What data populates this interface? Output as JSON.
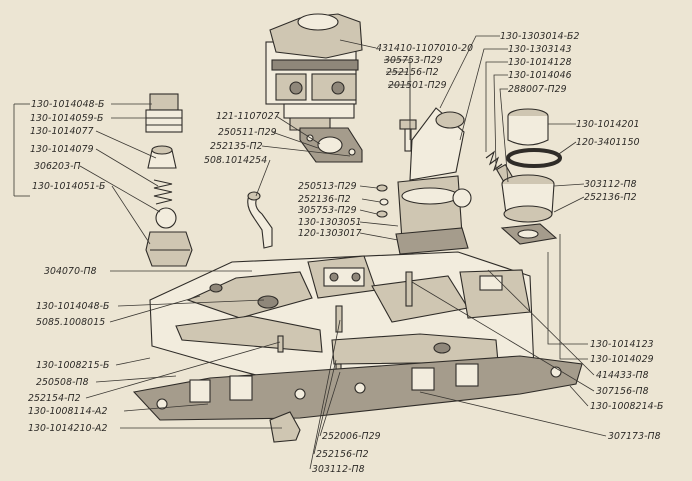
{
  "diagram": {
    "labels": [
      {
        "id": "l01",
        "text": "130-1014048-Б"
      },
      {
        "id": "l02",
        "text": "130-1014059-Б"
      },
      {
        "id": "l03",
        "text": "130-1014077"
      },
      {
        "id": "l04",
        "text": "130-1014079"
      },
      {
        "id": "l05",
        "text": "306203-П"
      },
      {
        "id": "l06",
        "text": "130-1014051-Б"
      },
      {
        "id": "l07",
        "text": "431410-1107010-20"
      },
      {
        "id": "l08",
        "text": "305753-П29"
      },
      {
        "id": "l09",
        "text": "252156-П2"
      },
      {
        "id": "l10",
        "text": "201501-П29"
      },
      {
        "id": "l11",
        "text": "121-1107027"
      },
      {
        "id": "l12",
        "text": "250511-П29"
      },
      {
        "id": "l13",
        "text": "252135-П2"
      },
      {
        "id": "l14",
        "text": "508.1014254"
      },
      {
        "id": "l15",
        "text": "130-1303014-Б2"
      },
      {
        "id": "l16",
        "text": "130-1303143"
      },
      {
        "id": "l17",
        "text": "130-1014128"
      },
      {
        "id": "l18",
        "text": "130-1014046"
      },
      {
        "id": "l19",
        "text": "288007-П29"
      },
      {
        "id": "l20",
        "text": "130-1014201"
      },
      {
        "id": "l21",
        "text": "120-3401150"
      },
      {
        "id": "l22",
        "text": "303112-П8"
      },
      {
        "id": "l23",
        "text": "252136-П2"
      },
      {
        "id": "l24",
        "text": "250513-П29"
      },
      {
        "id": "l25",
        "text": "252136-П2"
      },
      {
        "id": "l26",
        "text": "305753-П29"
      },
      {
        "id": "l27",
        "text": "130-1303051"
      },
      {
        "id": "l28",
        "text": "120-1303017"
      },
      {
        "id": "l29",
        "text": "304070-П8"
      },
      {
        "id": "l30",
        "text": "130-1014048-Б"
      },
      {
        "id": "l31",
        "text": "5085.1008015"
      },
      {
        "id": "l32",
        "text": "130-1008215-Б"
      },
      {
        "id": "l33",
        "text": "250508-П8"
      },
      {
        "id": "l34",
        "text": "252154-П2"
      },
      {
        "id": "l35",
        "text": "130-1008114-А2"
      },
      {
        "id": "l36",
        "text": "130-1014210-А2"
      },
      {
        "id": "l37",
        "text": "252006-П29"
      },
      {
        "id": "l38",
        "text": "252156-П2"
      },
      {
        "id": "l39",
        "text": "303112-П8"
      },
      {
        "id": "l40",
        "text": "130-1014123"
      },
      {
        "id": "l41",
        "text": "130-1014029"
      },
      {
        "id": "l42",
        "text": "414433-П8"
      },
      {
        "id": "l43",
        "text": "307156-П8"
      },
      {
        "id": "l44",
        "text": "130-1008214-Б"
      },
      {
        "id": "l45",
        "text": "307173-П8"
      }
    ]
  }
}
